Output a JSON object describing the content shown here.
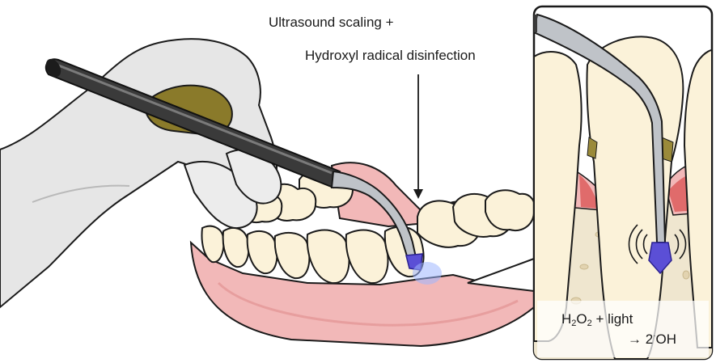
{
  "label": {
    "line1": "Ultrasound scaling +",
    "line2": "Hydroxyl radical disinfection"
  },
  "inset": {
    "reaction": {
      "h": "H",
      "sub1": "2",
      "o": "O",
      "sub2": "2",
      "rest": " + light",
      "arrow": "→ 2",
      "dot": "·",
      "oh": "OH"
    }
  },
  "colors": {
    "glove": "#e6e6e6",
    "gum": "#f2b8b8",
    "tooth": "#fbf2d9",
    "inflamed": "#e06b6b",
    "tip_glow": "#5b4fd6",
    "bone": "#efe6cf",
    "instrument": "#3a3a3a"
  }
}
